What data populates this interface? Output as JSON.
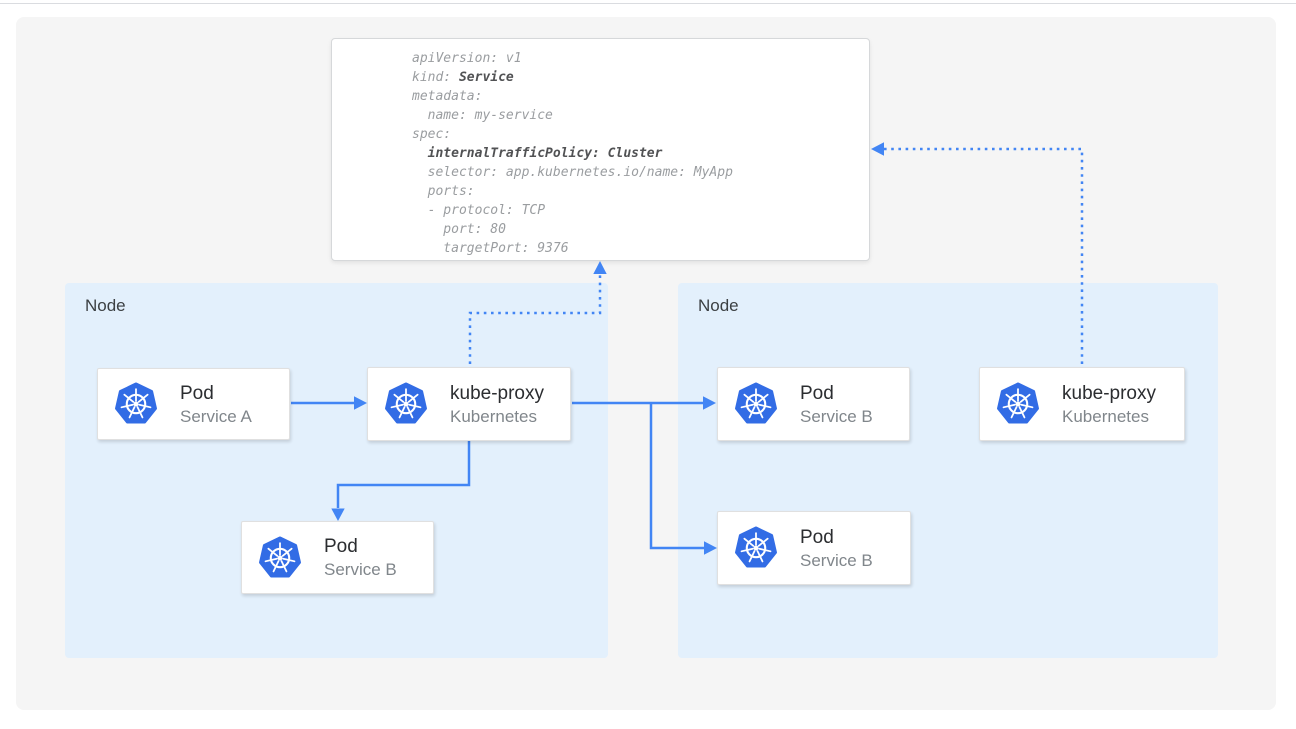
{
  "yaml_box": {
    "lines": [
      [
        [
          "apiVersion: v1",
          false
        ]
      ],
      [
        [
          "kind: ",
          false
        ],
        [
          "Service",
          true
        ]
      ],
      [
        [
          "metadata:",
          false
        ]
      ],
      [
        [
          "  name: my-service",
          false
        ]
      ],
      [
        [
          "spec:",
          false
        ]
      ],
      [
        [
          "  ",
          false
        ],
        [
          "internalTrafficPolicy: Cluster",
          true
        ]
      ],
      [
        [
          "  selector: app.kubernetes.io/name: MyApp",
          false
        ]
      ],
      [
        [
          "  ports:",
          false
        ]
      ],
      [
        [
          "  - protocol: TCP",
          false
        ]
      ],
      [
        [
          "    port: 80",
          false
        ]
      ],
      [
        [
          "    targetPort: 9376",
          false
        ]
      ]
    ]
  },
  "nodes": [
    {
      "label": "Node"
    },
    {
      "label": "Node"
    }
  ],
  "cards": {
    "pod_a": {
      "title": "Pod",
      "subtitle": "Service A"
    },
    "kube_proxy_left": {
      "title": "kube-proxy",
      "subtitle": "Kubernetes"
    },
    "pod_b_left": {
      "title": "Pod",
      "subtitle": "Service B"
    },
    "pod_b_right_top": {
      "title": "Pod",
      "subtitle": "Service B"
    },
    "pod_b_right_bottom": {
      "title": "Pod",
      "subtitle": "Service B"
    },
    "kube_proxy_right": {
      "title": "kube-proxy",
      "subtitle": "Kubernetes"
    }
  },
  "icons": {
    "kubernetes": "kubernetes-helm-logo"
  },
  "colors": {
    "arrow_blue": "#4285f4",
    "kubernetes_blue": "#326ce5",
    "node_background": "#e3f0fc",
    "canvas_background": "#f5f5f5",
    "title_text": "#2b2d30",
    "subtitle_text": "#80868b",
    "code_text": "#9a9da0",
    "code_bold_text": "#515254"
  }
}
